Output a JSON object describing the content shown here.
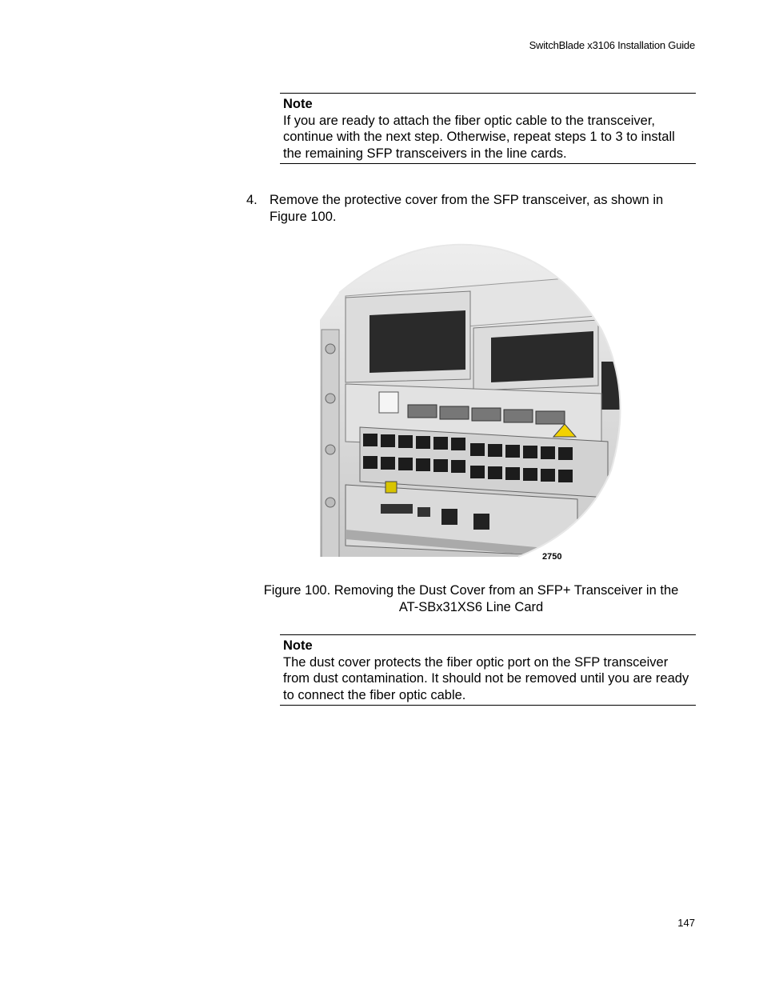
{
  "header": {
    "running_title": "SwitchBlade x3106 Installation Guide"
  },
  "note_top": {
    "title": "Note",
    "body": "If you are ready to attach the fiber optic cable to the transceiver, continue with the next step. Otherwise, repeat steps 1 to 3 to install the remaining SFP transceivers in the line cards."
  },
  "step": {
    "number": "4.",
    "text": "Remove the protective cover from the SFP transceiver, as shown in Figure 100."
  },
  "figure": {
    "id_label": "2750",
    "caption_line1": "Figure 100. Removing the Dust Cover from an SFP+ Transceiver in the",
    "caption_line2": "AT-SBx31XS6 Line Card"
  },
  "note_bottom": {
    "title": "Note",
    "body": "The dust cover protects the fiber optic port on the SFP transceiver from dust contamination. It should not be removed until you are ready to connect the fiber optic cable."
  },
  "footer": {
    "page_number": "147"
  }
}
